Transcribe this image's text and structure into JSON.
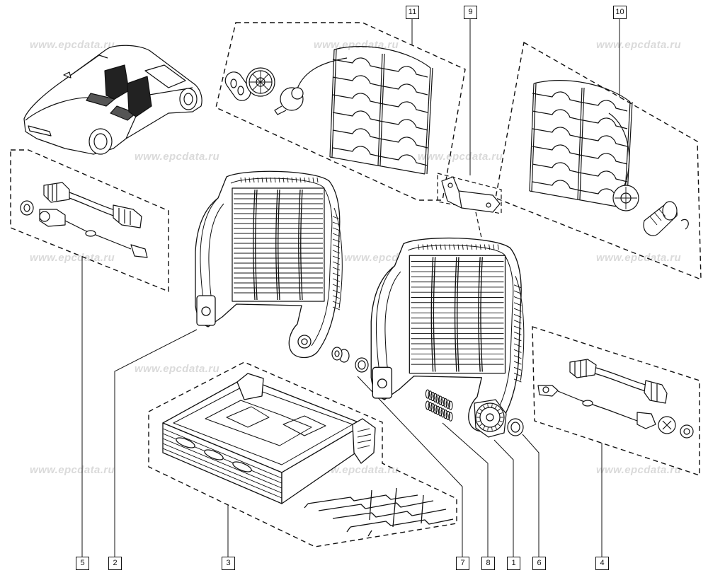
{
  "callouts": [
    {
      "label": "11"
    },
    {
      "label": "9"
    },
    {
      "label": "10"
    },
    {
      "label": "5"
    },
    {
      "label": "2"
    },
    {
      "label": "3"
    },
    {
      "label": "7"
    },
    {
      "label": "8"
    },
    {
      "label": "1"
    },
    {
      "label": "6"
    },
    {
      "label": "4"
    }
  ],
  "watermark": {
    "text": "www.epcdata.ru"
  }
}
